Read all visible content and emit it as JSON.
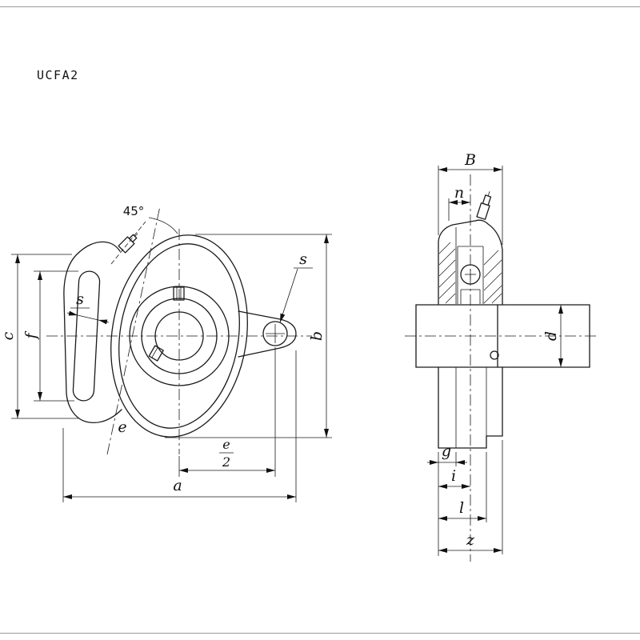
{
  "page": {
    "title": "UCFA2"
  },
  "front": {
    "angle": "45°",
    "s_slot": "s",
    "s_hole": "s",
    "c": "c",
    "f": "f",
    "b": "b",
    "e": "e",
    "e_half_num": "e",
    "e_half_den": "2",
    "a": "a"
  },
  "side": {
    "B": "B",
    "n": "n",
    "d": "d",
    "g": "g",
    "i": "i",
    "l": "l",
    "z": "z"
  }
}
